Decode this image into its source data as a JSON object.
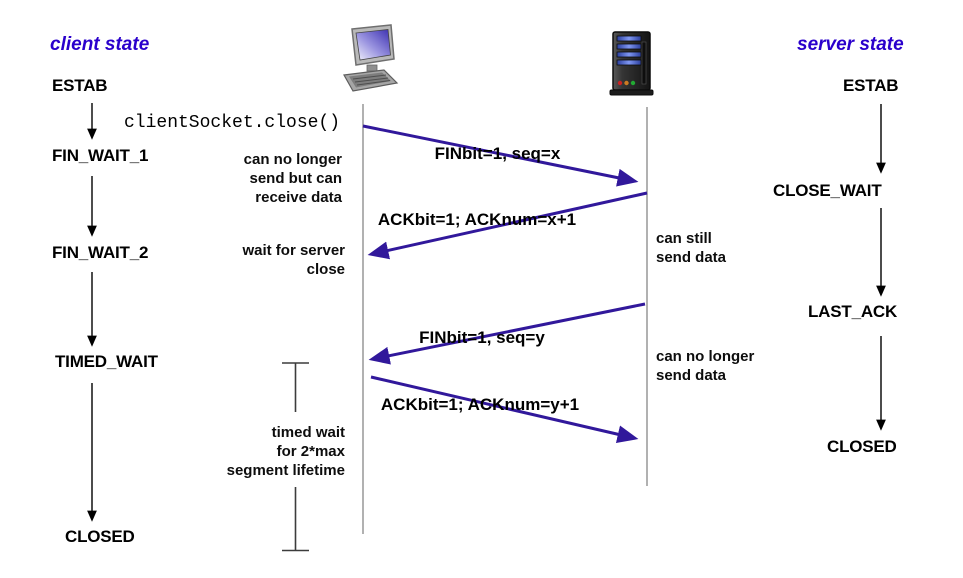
{
  "colors": {
    "accent_header": "#2a00cc",
    "message_arrow": "#31189b",
    "lifeline": "#909090",
    "state_arrow": "#000000"
  },
  "client": {
    "header": "client state",
    "states": [
      {
        "label": "ESTAB"
      },
      {
        "label": "FIN_WAIT_1"
      },
      {
        "label": "FIN_WAIT_2"
      },
      {
        "label": "TIMED_WAIT"
      },
      {
        "label": "CLOSED"
      }
    ]
  },
  "server": {
    "header": "server state",
    "states": [
      {
        "label": "ESTAB"
      },
      {
        "label": "CLOSE_WAIT"
      },
      {
        "label": "LAST_ACK"
      },
      {
        "label": "CLOSED"
      }
    ]
  },
  "messages": {
    "fin1": "FINbit=1, seq=x",
    "ack1": "ACKbit=1; ACKnum=x+1",
    "fin2": "FINbit=1, seq=y",
    "ack2": "ACKbit=1; ACKnum=y+1"
  },
  "annotations": {
    "socket_close": "clientSocket.close()",
    "client_fin_sent": "can no longer\nsend but can\nreceive data",
    "client_wait": "wait for server\nclose",
    "server_can_send": "can still\nsend data",
    "server_no_send": "can no longer\nsend data",
    "timed_wait": "timed wait\nfor 2*max\nsegment lifetime"
  },
  "icons": {
    "client": "desktop-computer-icon",
    "server": "server-tower-icon"
  }
}
